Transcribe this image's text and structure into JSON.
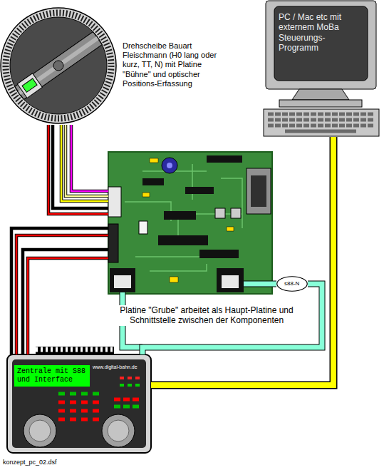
{
  "diagram": {
    "caption": "konzept_pc_02.dsf",
    "nodes": [
      {
        "text": [
          "Drehscheibe Bauart Fleischmann (H0 lang oder kurz, TT, N) mit Platine \"Bühne\" und optischer Positions-Erfassung"
        ]
      },
      {
        "text": [
          "PC / Mac etc mit externem MoBa Steuerungs-Programm"
        ]
      },
      {
        "text": [
          "Platine \"Grube\" arbeitet als Haupt-Platine und Schnittstelle zwischen der Komponenten"
        ]
      },
      {
        "text": [
          "s88-N"
        ]
      },
      {
        "text": [
          "Zentrale mit S88 und Interface",
          "www.digital-bahn.de"
        ]
      }
    ],
    "edges": [
      {
        "from": 0,
        "to": 2,
        "arrow": "none"
      },
      {
        "from": 2,
        "to": 3,
        "arrow": "none"
      },
      {
        "from": 3,
        "to": 4,
        "arrow": "none"
      },
      {
        "from": 2,
        "to": 4,
        "arrow": "none"
      },
      {
        "from": 1,
        "to": 4,
        "arrow": "none"
      }
    ]
  }
}
